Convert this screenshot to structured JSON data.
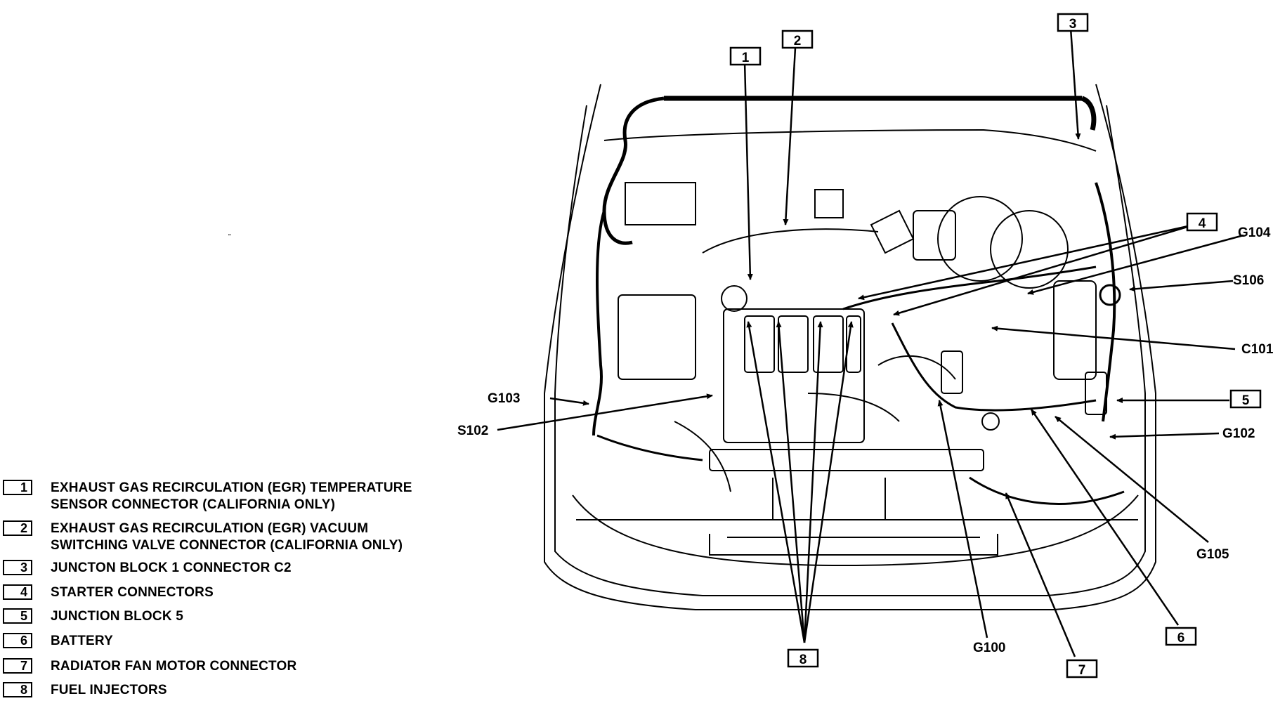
{
  "callouts": {
    "c1": "1",
    "c2": "2",
    "c3": "3",
    "c4": "4",
    "c5": "5",
    "c6": "6",
    "c7": "7",
    "c8": "8"
  },
  "labels": {
    "g104": "G104",
    "s106": "S106",
    "c101": "C101",
    "g102": "G102",
    "g105": "G105",
    "g100": "G100",
    "g103": "G103",
    "s102": "S102"
  },
  "legend": [
    {
      "num": "1",
      "text": "EXHAUST GAS RECIRCULATION (EGR) TEMPERATURE\nSENSOR CONNECTOR (CALIFORNIA ONLY)"
    },
    {
      "num": "2",
      "text": "EXHAUST GAS RECIRCULATION (EGR) VACUUM\nSWITCHING VALVE CONNECTOR (CALIFORNIA ONLY)"
    },
    {
      "num": "3",
      "text": "JUNCTON BLOCK 1 CONNECTOR C2"
    },
    {
      "num": "4",
      "text": "STARTER CONNECTORS"
    },
    {
      "num": "5",
      "text": "JUNCTION BLOCK 5"
    },
    {
      "num": "6",
      "text": "BATTERY"
    },
    {
      "num": "7",
      "text": "RADIATOR FAN MOTOR CONNECTOR"
    },
    {
      "num": "8",
      "text": "FUEL INJECTORS"
    }
  ],
  "stray_mark": "\""
}
